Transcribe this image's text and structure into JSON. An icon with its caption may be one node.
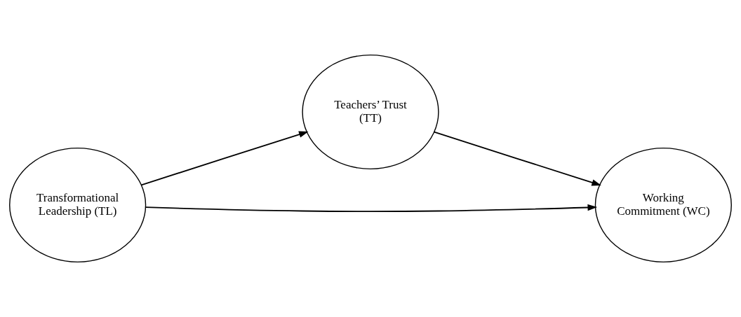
{
  "diagram": {
    "nodes": [
      {
        "text": [
          "Transformational Leadership (TL)"
        ]
      },
      {
        "text": [
          "Teachers’ Trust (TT)"
        ]
      },
      {
        "text": [
          "Working Commitment (WC)"
        ]
      }
    ],
    "edges": [
      {
        "from": 0,
        "to": 1,
        "arrow": "to"
      },
      {
        "from": 1,
        "to": 2,
        "arrow": "to"
      },
      {
        "from": 0,
        "to": 2,
        "arrow": "to"
      }
    ]
  }
}
